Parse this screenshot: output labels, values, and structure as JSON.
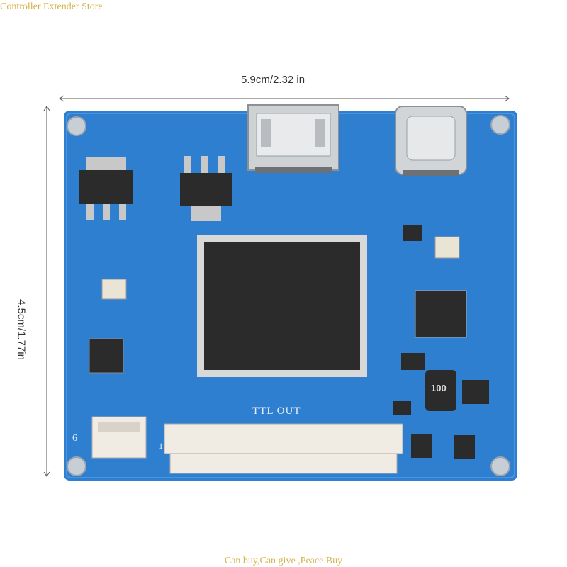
{
  "store_label": "Controller Extender Store",
  "bottom_label": "Can buy,Can give ,Peace Buy",
  "width_label": "5.9cm/2.32 in",
  "height_label": "4.5cm/1.77in",
  "board_silkscreen": {
    "output_label": "TTL OUT",
    "pin_6": "6",
    "pin_1": "1",
    "inductor": "100"
  },
  "colors": {
    "pcb": "#2f7fd0",
    "pcb_dark": "#1f66b5",
    "chip": "#2b2b2b",
    "metal": "#c8c8c8",
    "connector": "#f0ece4",
    "accent_text": "#d6b24a"
  }
}
